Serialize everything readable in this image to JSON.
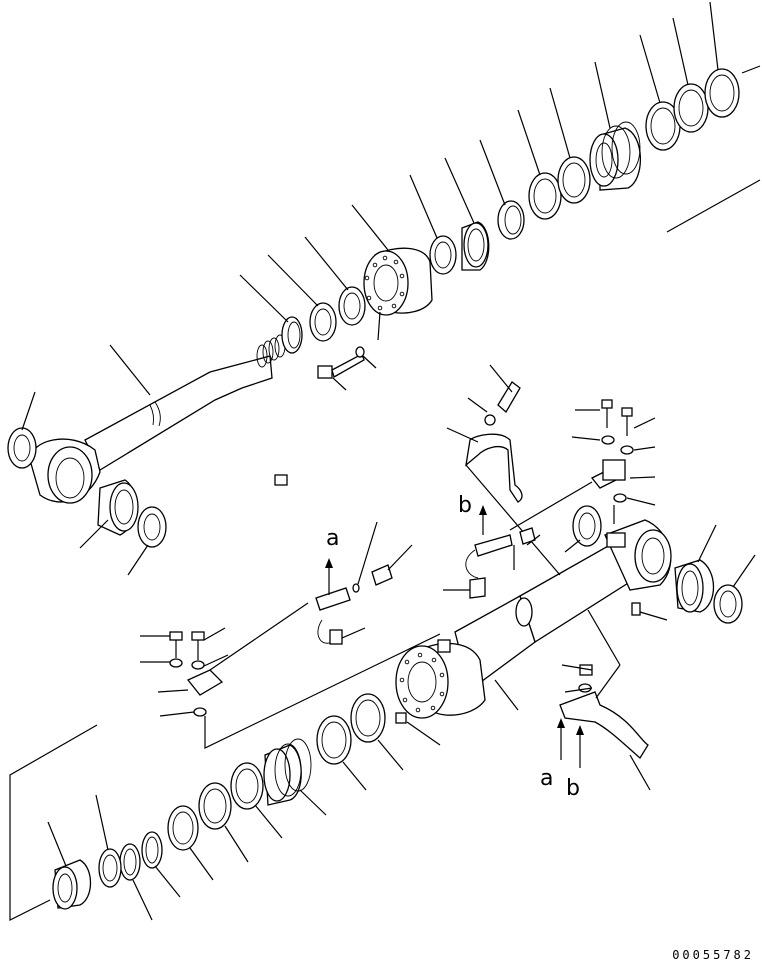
{
  "callouts": {
    "a_top": "a",
    "b_top": "b",
    "a_bottom": "a",
    "b_bottom": "b"
  },
  "drawing_code": "00055782",
  "colors": {
    "ink": "#000000",
    "paper": "#ffffff"
  }
}
